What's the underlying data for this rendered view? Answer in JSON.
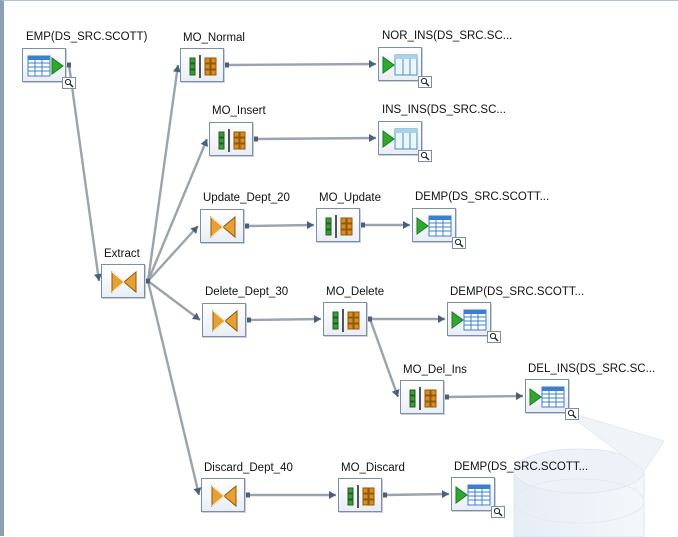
{
  "flow": {
    "nodes": [
      {
        "id": "emp",
        "type": "source",
        "label": "EMP(DS_SRC.SCOTT)"
      },
      {
        "id": "extract",
        "type": "query",
        "label": "Extract"
      },
      {
        "id": "mo_normal",
        "type": "map_op",
        "label": "MO_Normal"
      },
      {
        "id": "nor_ins",
        "type": "target",
        "label": "NOR_INS(DS_SRC.SC..."
      },
      {
        "id": "mo_insert",
        "type": "map_op",
        "label": "MO_Insert"
      },
      {
        "id": "ins_ins",
        "type": "target",
        "label": "INS_INS(DS_SRC.SC..."
      },
      {
        "id": "upd_20",
        "type": "query",
        "label": "Update_Dept_20"
      },
      {
        "id": "mo_update",
        "type": "map_op",
        "label": "MO_Update"
      },
      {
        "id": "demp1",
        "type": "target_table",
        "label": "DEMP(DS_SRC.SCOTT..."
      },
      {
        "id": "del_30",
        "type": "query",
        "label": "Delete_Dept_30"
      },
      {
        "id": "mo_delete",
        "type": "map_op",
        "label": "MO_Delete"
      },
      {
        "id": "demp2",
        "type": "target_table",
        "label": "DEMP(DS_SRC.SCOTT..."
      },
      {
        "id": "mo_del_ins",
        "type": "map_op",
        "label": "MO_Del_Ins"
      },
      {
        "id": "del_ins",
        "type": "target_table",
        "label": "DEL_INS(DS_SRC.SC..."
      },
      {
        "id": "disc_40",
        "type": "query",
        "label": "Discard_Dept_40"
      },
      {
        "id": "mo_discard",
        "type": "map_op",
        "label": "MO_Discard"
      },
      {
        "id": "demp3",
        "type": "target_table",
        "label": "DEMP(DS_SRC.SCOTT..."
      }
    ],
    "connections": [
      [
        "emp",
        "extract"
      ],
      [
        "extract",
        "mo_normal"
      ],
      [
        "extract",
        "mo_insert"
      ],
      [
        "extract",
        "upd_20"
      ],
      [
        "extract",
        "del_30"
      ],
      [
        "extract",
        "disc_40"
      ],
      [
        "mo_normal",
        "nor_ins"
      ],
      [
        "mo_insert",
        "ins_ins"
      ],
      [
        "upd_20",
        "mo_update"
      ],
      [
        "mo_update",
        "demp1"
      ],
      [
        "del_30",
        "mo_delete"
      ],
      [
        "mo_delete",
        "demp2"
      ],
      [
        "mo_delete",
        "mo_del_ins"
      ],
      [
        "mo_del_ins",
        "del_ins"
      ],
      [
        "disc_40",
        "mo_discard"
      ],
      [
        "mo_discard",
        "demp3"
      ]
    ]
  },
  "colors": {
    "wire": "#9aa3ae",
    "node_border": "#7d8da3",
    "play": "#2ea82e",
    "grid_blue": "#3b7fd0",
    "map_green": "#3c9a3c",
    "map_orange": "#e08a1e",
    "query_orange": "#e8a030"
  }
}
